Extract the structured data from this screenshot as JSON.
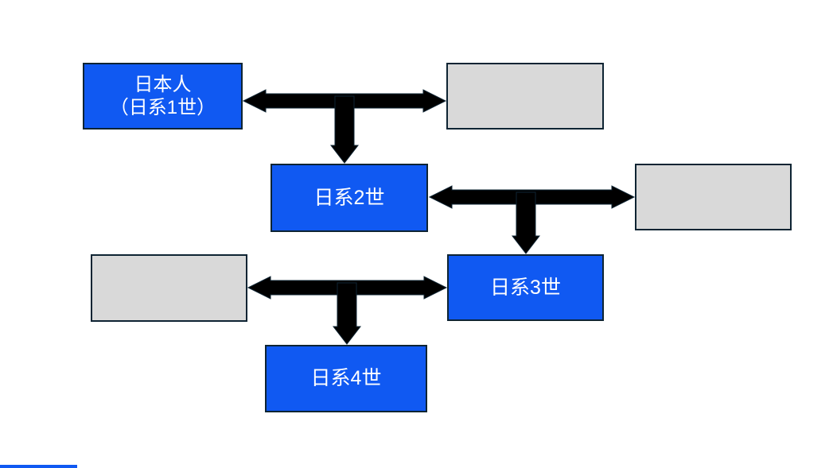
{
  "slide": {
    "background_color": "#ffffff",
    "accent_bar_color": "#1059f2"
  },
  "colors": {
    "node_blue_fill": "#1059f2",
    "node_gray_fill": "#d9d9d9",
    "node_border": "#0e2433",
    "arrow_fill": "#000000",
    "label_text": "#ffffff"
  },
  "diagram": {
    "type": "flowchart",
    "nodes": [
      {
        "id": "nikkei-1sei",
        "variant": "blue",
        "lines": [
          "日本人",
          "（日系1世）"
        ]
      },
      {
        "id": "spouse-top",
        "variant": "gray",
        "label": ""
      },
      {
        "id": "nikkei-2sei",
        "variant": "blue",
        "label": "日系2世"
      },
      {
        "id": "spouse-right",
        "variant": "gray",
        "label": ""
      },
      {
        "id": "spouse-left",
        "variant": "gray",
        "label": ""
      },
      {
        "id": "nikkei-3sei",
        "variant": "blue",
        "label": "日系3世"
      },
      {
        "id": "nikkei-4sei",
        "variant": "blue",
        "label": "日系4世"
      }
    ],
    "connectors": [
      {
        "id": "c1",
        "type": "marriage-double-arrow-with-descent",
        "between": [
          "nikkei-1sei",
          "spouse-top"
        ],
        "child": "nikkei-2sei"
      },
      {
        "id": "c2",
        "type": "marriage-double-arrow-with-descent",
        "between": [
          "nikkei-2sei",
          "spouse-right"
        ],
        "child": "nikkei-3sei"
      },
      {
        "id": "c3",
        "type": "marriage-double-arrow-with-descent",
        "between": [
          "spouse-left",
          "nikkei-3sei"
        ],
        "child": "nikkei-4sei"
      }
    ]
  }
}
